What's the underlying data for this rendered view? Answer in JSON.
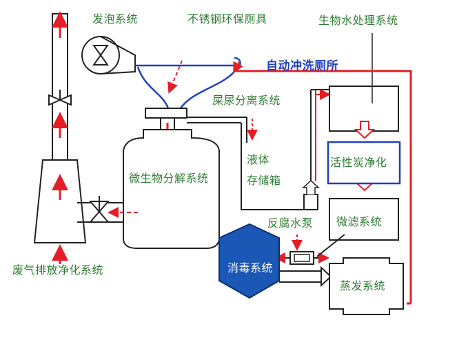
{
  "labels": {
    "foam_system": "发泡系统",
    "stainless_toilet": "不锈钢环保厕具",
    "bio_water_system": "生物水处理系统",
    "auto_flush": "自动冲洗厕所",
    "urine_separation": "屎尿分离系统",
    "microbe_decomposition": "微生物分解系统",
    "liquid_tank_line1": "液体",
    "liquid_tank_line2": "存储箱",
    "activated_carbon": "活性炭净化",
    "microfilter": "微滤系统",
    "anticorrosion_pump": "反腐水泵",
    "disinfection": "消毒系统",
    "evaporation": "蒸发系统",
    "exhaust_purification": "废气排放净化系统"
  },
  "colors": {
    "flow_red": "#e41e26",
    "outline": "#222222",
    "label_green": "#2e7d32",
    "label_blue": "#1f3fbf",
    "disinfection_fill": "#1b57b5",
    "toilet_outline": "#1f3fbf"
  }
}
